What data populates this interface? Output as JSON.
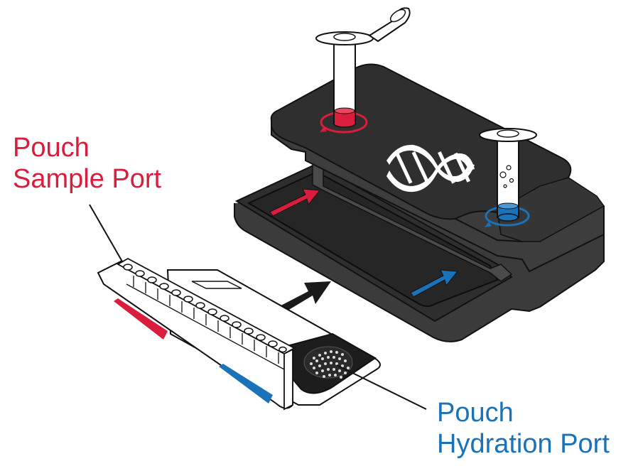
{
  "labels": {
    "sample_port": {
      "line1": "Pouch",
      "line2": "Sample Port"
    },
    "hydration_port": {
      "line1": "Pouch",
      "line2": "Hydration Port"
    }
  },
  "colors": {
    "sample": "#d81e3c",
    "hydration": "#1a72b8",
    "station_body": "#3b3b3b",
    "station_top": "#2f2f2f",
    "outline": "#111111"
  },
  "icons": {
    "direction_arrow": "arrow-up-right-icon",
    "logo": "helix-logo-icon"
  }
}
